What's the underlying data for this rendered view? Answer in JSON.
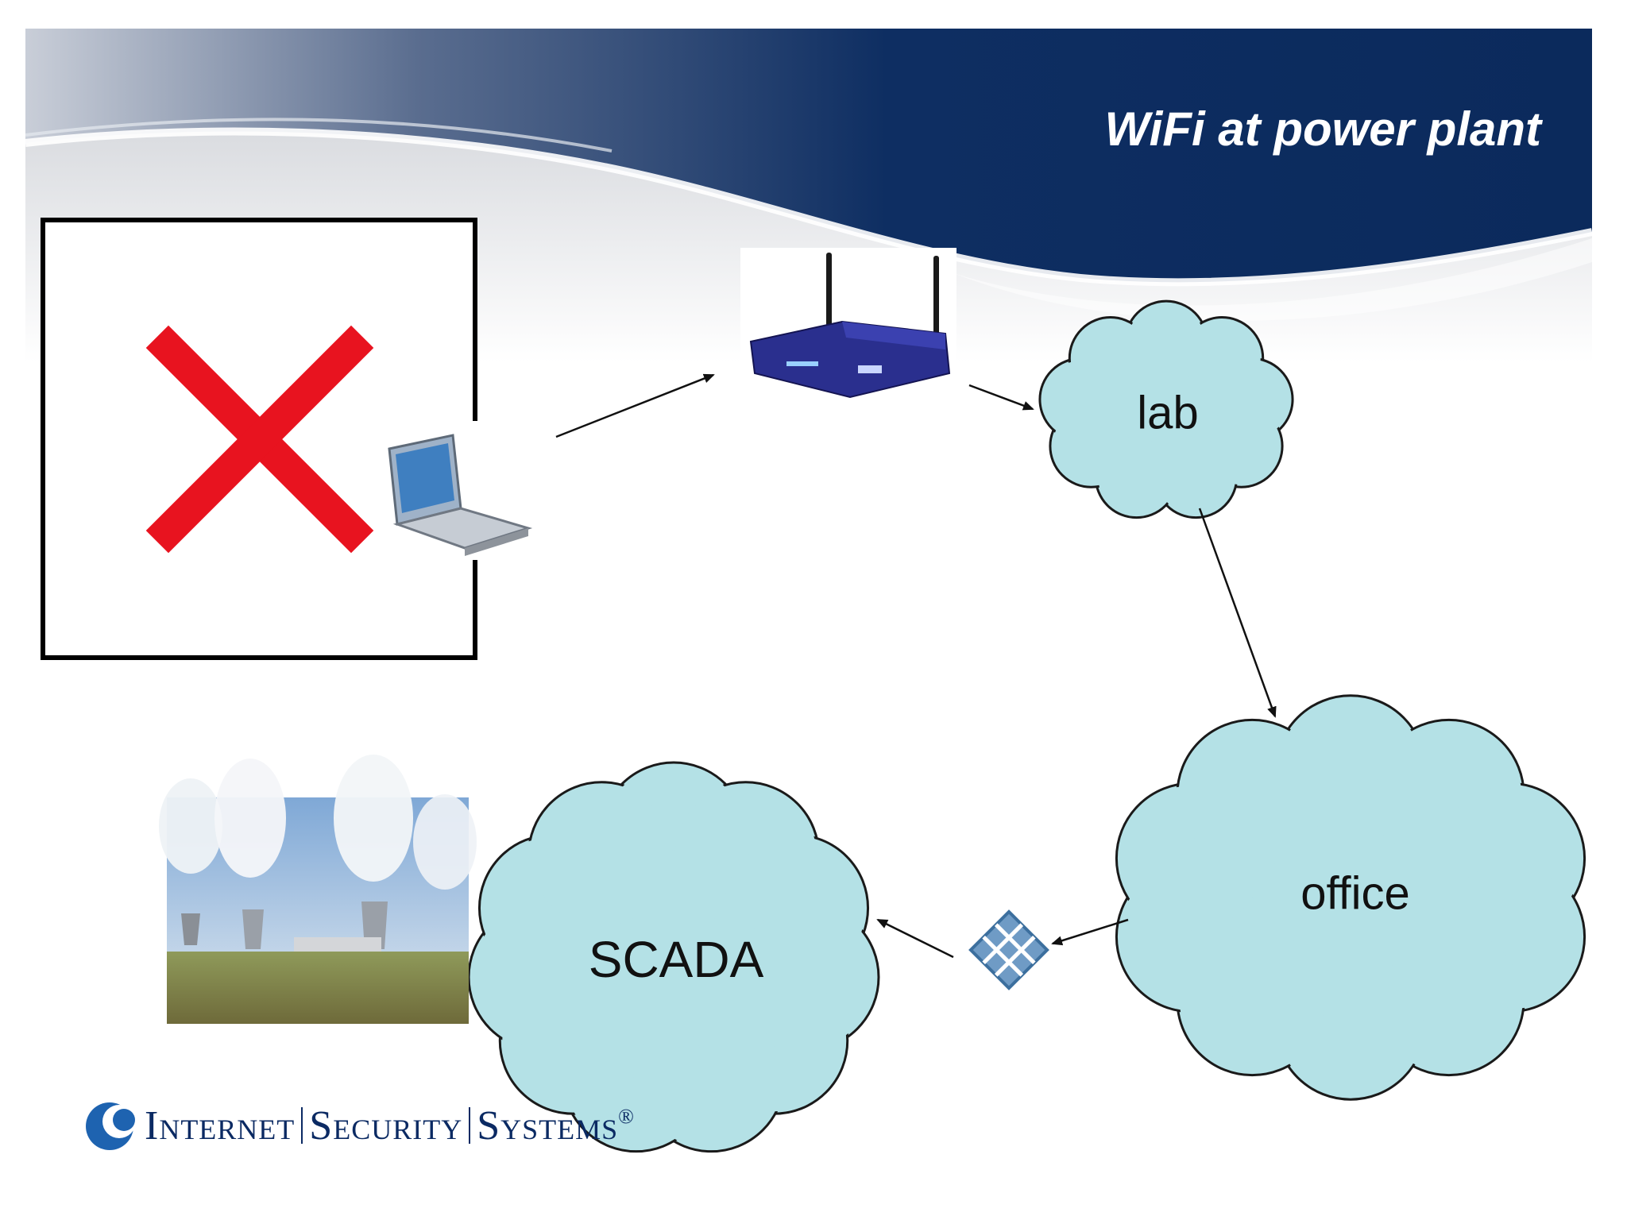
{
  "slide": {
    "title": "WiFi at power plant"
  },
  "nodes": {
    "lab": "lab",
    "office": "office",
    "scada": "SCADA"
  },
  "logo": {
    "word1": "Internet",
    "word2": "Security",
    "word3": "Systems",
    "mark": "®"
  },
  "icons": [
    "x-mark-icon",
    "laptop-icon",
    "wireless-router-icon",
    "firewall-icon",
    "power-plant-photo",
    "iss-logo-icon"
  ],
  "colors": {
    "banner": "#0d2f63",
    "cloud_fill": "#b4e1e6",
    "x_mark": "#e8131f"
  }
}
